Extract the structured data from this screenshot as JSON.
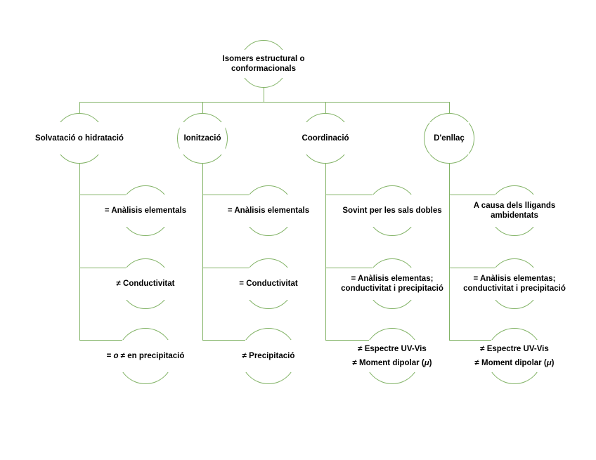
{
  "colors": {
    "line": "#82b366",
    "text": "#000000",
    "background": "#ffffff"
  },
  "tree": {
    "root": {
      "line1": "Isomers estructural o",
      "line2": "conformacionals"
    },
    "branches": [
      {
        "label": "Solvatació o hidratació",
        "children": [
          {
            "line1": "= Anàlisis elementals"
          },
          {
            "line1": "≠ Conductivitat"
          },
          {
            "prefix": "= ",
            "italic": "o",
            "suffix": " ≠ en precipitació"
          }
        ]
      },
      {
        "label": "Ionització",
        "children": [
          {
            "line1": "= Anàlisis elementals"
          },
          {
            "line1": "= Conductivitat"
          },
          {
            "line1": "≠ Precipitació"
          }
        ]
      },
      {
        "label": "Coordinació",
        "children": [
          {
            "line1": "Sovint per les sals dobles"
          },
          {
            "line1": "= Anàlisis elementas;",
            "line2": "conductivitat i precipitació"
          },
          {
            "line1": "≠ Espectre UV-Vis",
            "line2_pre": "≠ Moment dipolar (",
            "line2_mu": "μ",
            "line2_post": ")"
          }
        ]
      },
      {
        "label": "D'enllaç",
        "children": [
          {
            "line1": "A causa dels lligands",
            "line2": "ambidentats"
          },
          {
            "line1": "= Anàlisis elementas;",
            "line2": "conductivitat i precipitació"
          },
          {
            "line1": "≠ Espectre UV-Vis",
            "line2_pre": "≠ Moment dipolar (",
            "line2_mu": "μ",
            "line2_post": ")"
          }
        ]
      }
    ]
  }
}
